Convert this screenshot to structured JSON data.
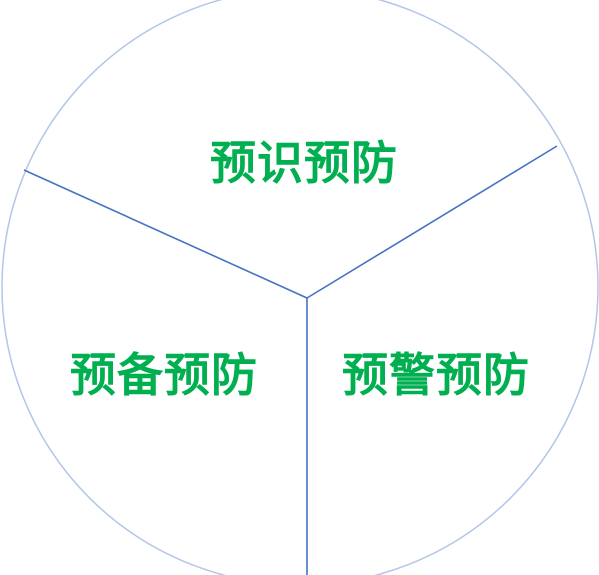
{
  "diagram": {
    "colors": {
      "circle_stroke": "#b4c6e7",
      "divider_stroke": "#4472c4",
      "label_fill": "#00b050",
      "background": "#ffffff"
    },
    "segments": [
      {
        "id": "top",
        "label": "预识预防"
      },
      {
        "id": "left",
        "label": "预备预防"
      },
      {
        "id": "right",
        "label": "预警预防"
      }
    ]
  }
}
